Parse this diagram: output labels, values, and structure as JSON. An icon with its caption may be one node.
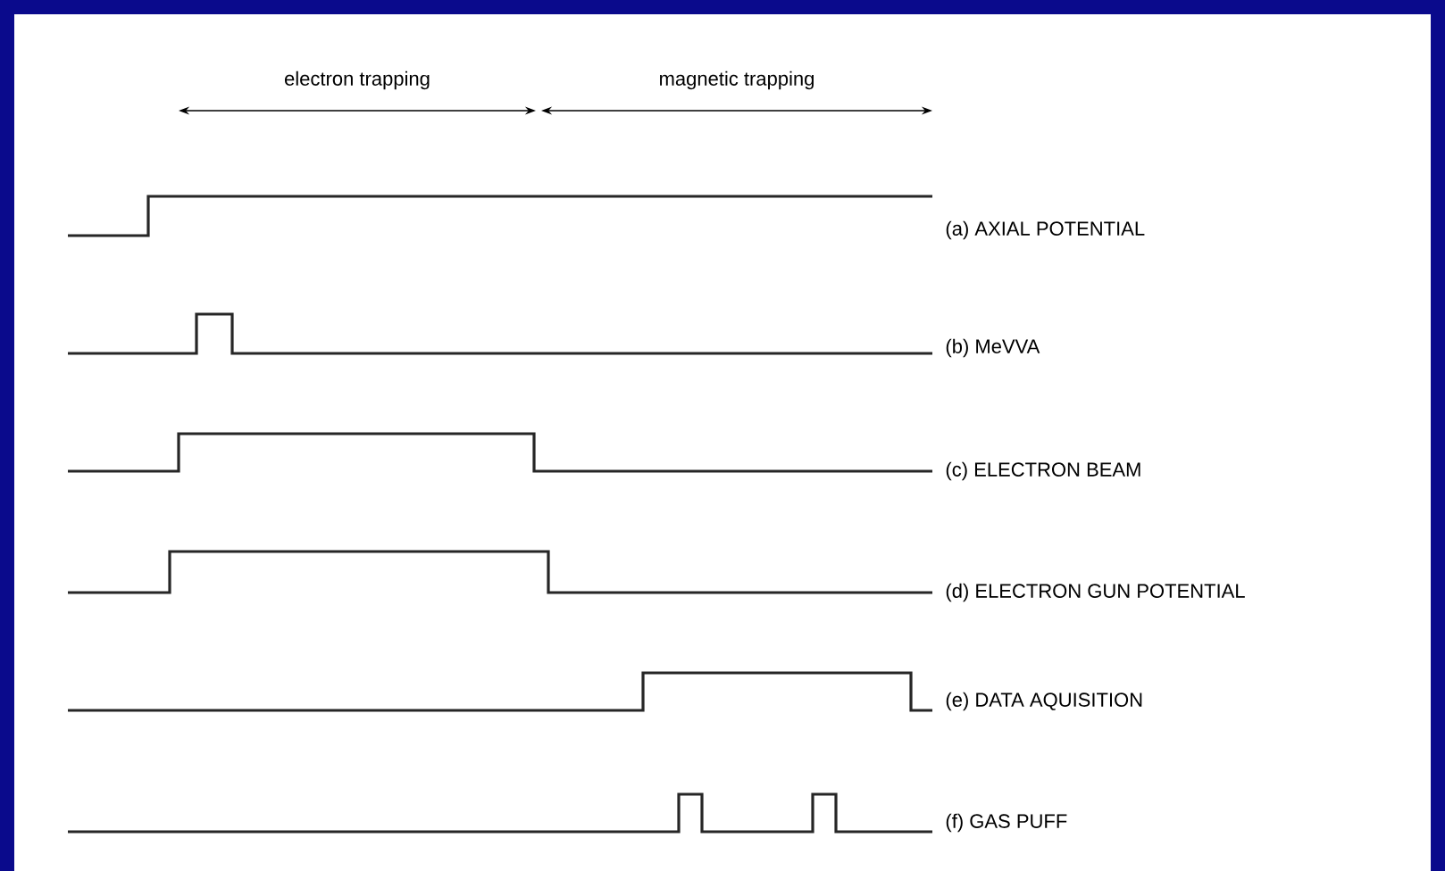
{
  "diagram": {
    "labels": [
      "electron trapping",
      "magnetic trapping",
      "(a) AXIAL POTENTIAL",
      "(b) MeVVA",
      "(c) ELECTRON BEAM",
      "(d) ELECTRON GUN POTENTIAL",
      "(e) DATA AQUISITION",
      "(f) GAS PUFF"
    ]
  }
}
